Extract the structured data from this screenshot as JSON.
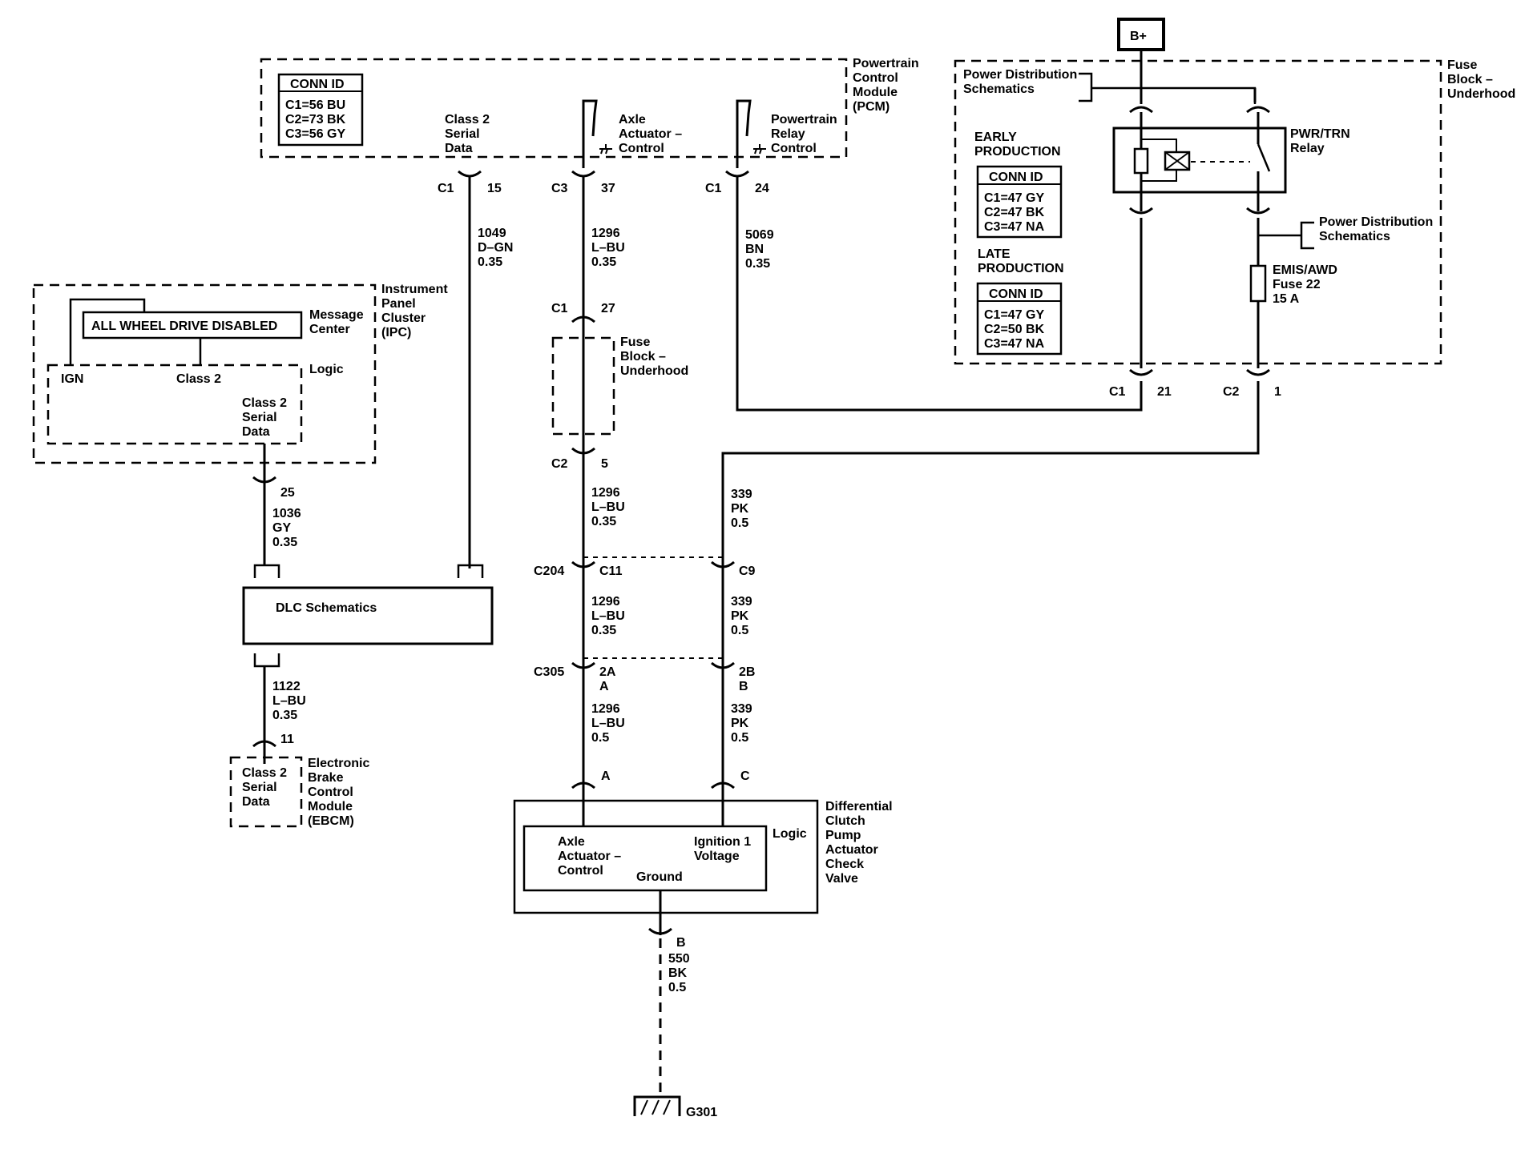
{
  "bplus": "B+",
  "pcm": {
    "title": [
      "Powertrain",
      "Control",
      "Module",
      "(PCM)"
    ],
    "connid_title": "CONN ID",
    "connid": [
      "C1=56 BU",
      "C2=73 BK",
      "C3=56 GY"
    ],
    "class2": [
      "Class 2",
      "Serial",
      "Data"
    ],
    "axle": [
      "Axle",
      "Actuator –",
      "Control"
    ],
    "relay": [
      "Powertrain",
      "Relay",
      "Control"
    ]
  },
  "pins": {
    "c1_15": [
      "C1",
      "15"
    ],
    "c3_37": [
      "C3",
      "37"
    ],
    "c1_24": [
      "C1",
      "24"
    ],
    "c1_27": [
      "C1",
      "27"
    ],
    "c2_5": [
      "C2",
      "5"
    ],
    "c204": [
      "C204",
      "C11",
      "C9"
    ],
    "c305": [
      "C305",
      "2A",
      "A",
      "2B",
      "B"
    ],
    "a": "A",
    "c": "C",
    "b": "B",
    "ipc25": "25",
    "ebcm11": "11",
    "fb_c1_21": [
      "C1",
      "21"
    ],
    "fb_c2_1": [
      "C2",
      "1"
    ]
  },
  "wires": {
    "w1049": [
      "1049",
      "D–GN",
      "0.35"
    ],
    "w1296a": [
      "1296",
      "L–BU",
      "0.35"
    ],
    "w5069": [
      "5069",
      "BN",
      "0.35"
    ],
    "w1296b": [
      "1296",
      "L–BU",
      "0.35"
    ],
    "w339a": [
      "339",
      "PK",
      "0.5"
    ],
    "w1296c": [
      "1296",
      "L–BU",
      "0.35"
    ],
    "w339b": [
      "339",
      "PK",
      "0.5"
    ],
    "w1296d": [
      "1296",
      "L–BU",
      "0.5"
    ],
    "w339c": [
      "339",
      "PK",
      "0.5"
    ],
    "w1036": [
      "1036",
      "GY",
      "0.35"
    ],
    "w1122": [
      "1122",
      "L–BU",
      "0.35"
    ],
    "w550": [
      "550",
      "BK",
      "0.5"
    ]
  },
  "fuseblock_mid": [
    "Fuse",
    "Block –",
    "Underhood"
  ],
  "ipc": {
    "title": [
      "Instrument",
      "Panel",
      "Cluster",
      "(IPC)"
    ],
    "message": "ALL WHEEL DRIVE DISABLED",
    "msg_center": [
      "Message",
      "Center"
    ],
    "logic": "Logic",
    "ign": "IGN",
    "class2": "Class 2",
    "serial": [
      "Class 2",
      "Serial",
      "Data"
    ]
  },
  "dlc": "DLC Schematics",
  "ebcm": {
    "title": [
      "Electronic",
      "Brake",
      "Control",
      "Module",
      "(EBCM)"
    ],
    "serial": [
      "Class 2",
      "Serial",
      "Data"
    ]
  },
  "valve": {
    "title": [
      "Differential",
      "Clutch",
      "Pump",
      "Actuator",
      "Check",
      "Valve"
    ],
    "logic": "Logic",
    "axle": [
      "Axle",
      "Actuator –",
      "Control"
    ],
    "ign": [
      "Ignition 1",
      "Voltage"
    ],
    "ground": "Ground"
  },
  "ground": "G301",
  "fuseblock": {
    "title": [
      "Fuse",
      "Block –",
      "Underhood"
    ],
    "power_dist": [
      "Power Distribution",
      "Schematics"
    ],
    "power_dist2": [
      "Power Distribution",
      "Schematics"
    ],
    "early": [
      "EARLY",
      "PRODUCTION"
    ],
    "late": [
      "LATE",
      "PRODUCTION"
    ],
    "connid_title": "CONN ID",
    "early_ids": [
      "C1=47 GY",
      "C2=47 BK",
      "C3=47 NA"
    ],
    "late_ids": [
      "C1=47 GY",
      "C2=50 BK",
      "C3=47 NA"
    ],
    "relay": [
      "PWR/TRN",
      "Relay"
    ],
    "fuse": [
      "EMIS/AWD",
      "Fuse 22",
      "15 A"
    ]
  }
}
